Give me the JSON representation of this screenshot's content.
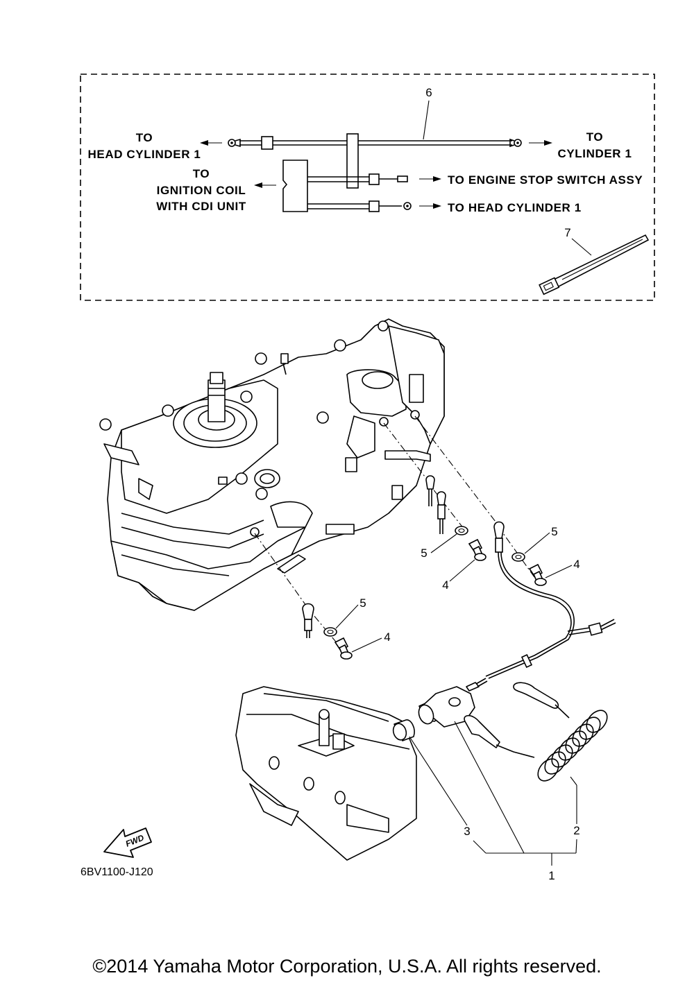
{
  "inset": {
    "part_number": "6",
    "tie_part_number": "7",
    "to_head_cylinder_left": [
      "TO",
      "HEAD CYLINDER 1"
    ],
    "to_cylinder_right": [
      "TO",
      "CYLINDER 1"
    ],
    "to_ignition_coil": [
      "TO",
      "IGNITION COIL",
      "WITH CDI UNIT"
    ],
    "to_engine_stop": "TO ENGINE STOP SWITCH ASSY",
    "to_head_cylinder_bottom": "TO HEAD CYLINDER 1"
  },
  "callouts": {
    "c1": "1",
    "c2": "2",
    "c3": "3",
    "c4a": "4",
    "c4b": "4",
    "c4c": "4",
    "c5a": "5",
    "c5b": "5",
    "c5c": "5"
  },
  "fwd_label": "FWD",
  "diagram_code": "6BV1100-J120",
  "copyright": "©2014 Yamaha Motor Corporation, U.S.A. All rights reserved."
}
